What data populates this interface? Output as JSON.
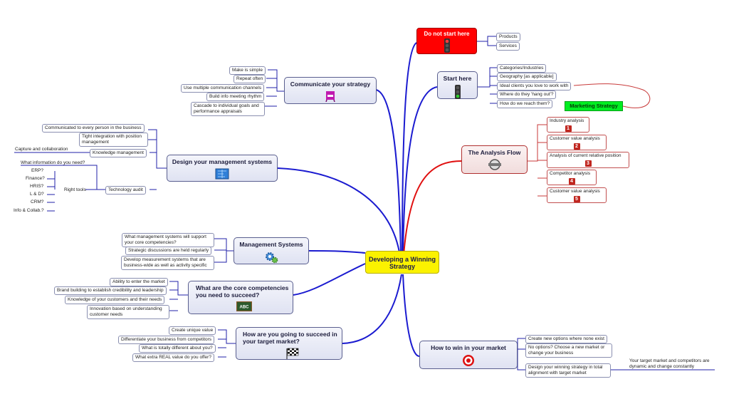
{
  "central": "Developing a Winning Strategy",
  "do_not_start": {
    "title": "Do not start here",
    "icon": "traffic-light-red-icon",
    "items": [
      "Products",
      "Services"
    ]
  },
  "start_here": {
    "title": "Start here",
    "icon": "traffic-light-green-icon",
    "items": [
      "Categories/Industries",
      "Geography [as applicable]",
      "Ideal clients you love to work with",
      "Where do they 'hang out'?",
      "How do we reach them?"
    ],
    "callout": "Marketing Strategy"
  },
  "analysis_flow": {
    "title": "The Analysis Flow",
    "icon": "nissan-badge-icon",
    "items": [
      {
        "label": "Industry analysis",
        "num": "1"
      },
      {
        "label": "Customer value analysis",
        "num": "2"
      },
      {
        "label": "Analysis of current relative position",
        "num": "3"
      },
      {
        "label": "Competitor analysis",
        "num": "4"
      },
      {
        "label": "Customer value analysis",
        "num": "5"
      }
    ]
  },
  "how_to_win": {
    "title": "How to win in your market",
    "icon": "target-icon",
    "items": [
      "Create new options where none exist",
      "No options? Choose a new market or change your business",
      "Design your winning strategy in total alignment with target market"
    ],
    "note": "Your target market and competitors are dynamic and change constantly"
  },
  "communicate": {
    "title": "Communicate your strategy",
    "icon": "sandwich-board-icon",
    "items": [
      "Make is simple",
      "Repeat often",
      "Use multiple communication channels",
      "Build info meeting rhythm",
      "Cascade to individual goals and performance appraisals"
    ]
  },
  "design_mgmt": {
    "title": "Design your management systems",
    "icon": "blueprint-icon",
    "items": [
      "Communicated to every person in  the business",
      "Tight integration with position management",
      "Knowledge management",
      "Technology audit"
    ],
    "knowledge_note": "Capture  and collaboration",
    "tech_question": "What information do you need?",
    "right_tools": "Right tools",
    "tools": [
      "ERP?",
      "Finance?",
      "HRIS?",
      "L & D?",
      "CRM?",
      "Info & Collab.?"
    ]
  },
  "mgmt_systems": {
    "title": "Management Systems",
    "icon": "gears-icon",
    "items": [
      "What management systems will support your core competencies?",
      "Strategic discussions are held regularly",
      "Develop measurement systems that are business-wide as well as activity specific"
    ]
  },
  "core_comp": {
    "title": "What are the core competencies you need to succeed?",
    "icon": "chalkboard-icon",
    "icon_text": "ABC",
    "items": [
      "Ability to enter the market",
      "Brand building to establish credibility and leadership",
      "Knowledge of your customers and their needs",
      "Innovation based on understanding customer needs"
    ]
  },
  "succeed": {
    "title": "How are you going to succeed in your target market?",
    "icon": "checkered-flag-icon",
    "items": [
      "Create unique value",
      "Differentiate your business from competitors",
      "What is totally different about you?",
      "What extra REAL value do you offer?"
    ]
  }
}
